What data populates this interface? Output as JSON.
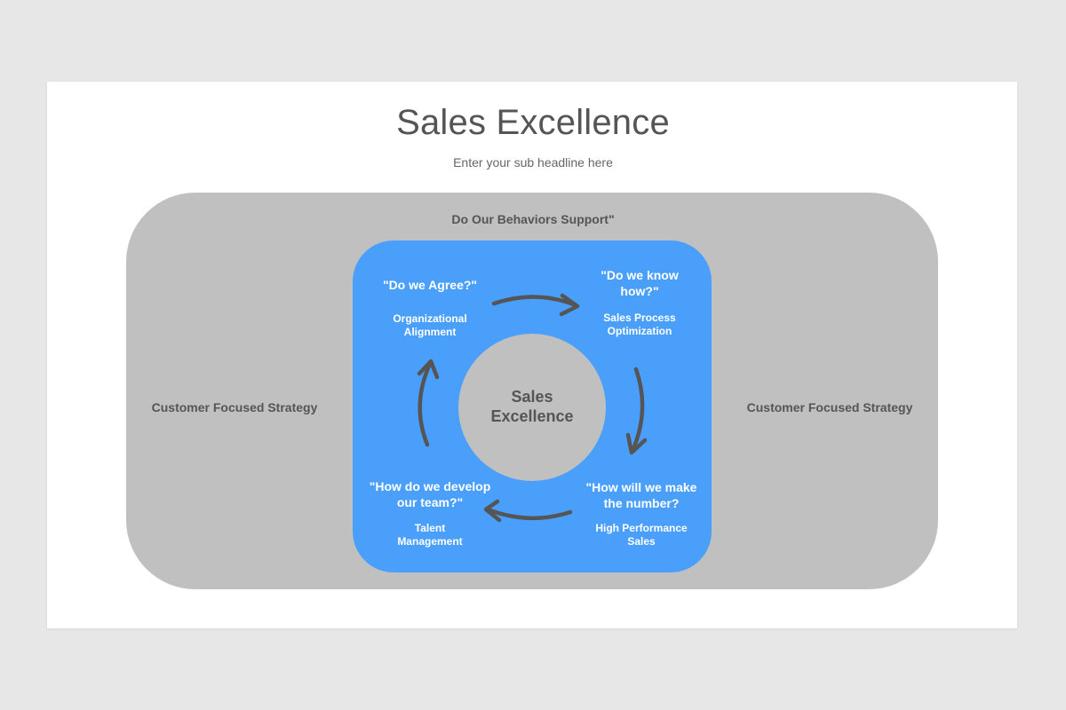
{
  "title": "Sales Excellence",
  "subtitle": "Enter your sub headline here",
  "outer": {
    "top_label": "Do Our Behaviors Support\"",
    "left_label": "Customer Focused Strategy",
    "right_label": "Customer Focused Strategy"
  },
  "center": {
    "line1": "Sales",
    "line2": "Excellence"
  },
  "quadrants": {
    "top_left": {
      "question": "\"Do we Agree?\"",
      "sub_line1": "Organizational",
      "sub_line2": "Alignment"
    },
    "top_right": {
      "question_line1": "\"Do we know",
      "question_line2": "how?\"",
      "sub_line1": "Sales Process",
      "sub_line2": "Optimization"
    },
    "bottom_right": {
      "question_line1": "\"How will we make",
      "question_line2": "the number?",
      "sub_line1": "High Performance",
      "sub_line2": "Sales"
    },
    "bottom_left": {
      "question_line1": "\"How do we develop",
      "question_line2": "our team?\"",
      "sub_line1": "Talent",
      "sub_line2": "Management"
    }
  },
  "colors": {
    "background": "#e8e7e8",
    "slide": "#ffffff",
    "outer_panel": "#c0c0c0",
    "inner_panel": "#4a9ffb",
    "center_circle": "#c0c0c0",
    "text_dark": "#555555",
    "text_light": "#ffffff",
    "arrow": "#555555"
  },
  "icons": [
    "arrow-right-curved-icon",
    "arrow-down-curved-icon",
    "arrow-left-curved-icon",
    "arrow-up-curved-icon"
  ]
}
